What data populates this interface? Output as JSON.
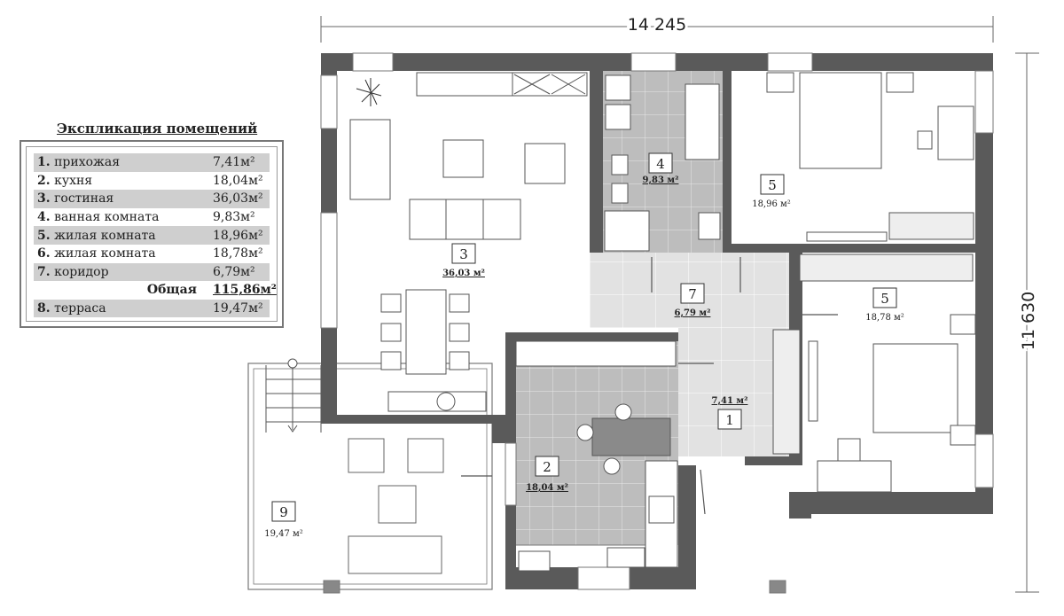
{
  "legend": {
    "title": "Экспликация помещений",
    "rows": [
      {
        "num": "1.",
        "name": "прихожая",
        "area": "7,41м²"
      },
      {
        "num": "2.",
        "name": "кухня",
        "area": "18,04м²"
      },
      {
        "num": "3.",
        "name": "гостиная",
        "area": "36,03м²"
      },
      {
        "num": "4.",
        "name": "ванная комната",
        "area": "9,83м²"
      },
      {
        "num": "5.",
        "name": "жилая комната",
        "area": "18,96м²"
      },
      {
        "num": "6.",
        "name": "жилая комната",
        "area": "18,78м²"
      },
      {
        "num": "7.",
        "name": "коридор",
        "area": "6,79м²"
      }
    ],
    "total_label": "Общая",
    "total_area": "115,86м²",
    "extra": {
      "num": "8.",
      "name": "терраса",
      "area": "19,47м²"
    }
  },
  "dimensions": {
    "width": "14 245",
    "height": "11 630"
  },
  "rooms": [
    {
      "num": "1",
      "area": "7,41 м²"
    },
    {
      "num": "2",
      "area": "18,04 м²"
    },
    {
      "num": "3",
      "area": "36,03 м²"
    },
    {
      "num": "4",
      "area": "9,83 м²"
    },
    {
      "num": "5",
      "area": "18,96 м²"
    },
    {
      "num": "5",
      "area": "18,78 м²"
    },
    {
      "num": "7",
      "area": "6,79 м²"
    },
    {
      "num": "9",
      "area": "19,47 м²"
    }
  ],
  "colors": {
    "wall": "#5a5a5a",
    "tile_dark": "#bdbdbd",
    "tile_light": "#e2e2e2"
  }
}
